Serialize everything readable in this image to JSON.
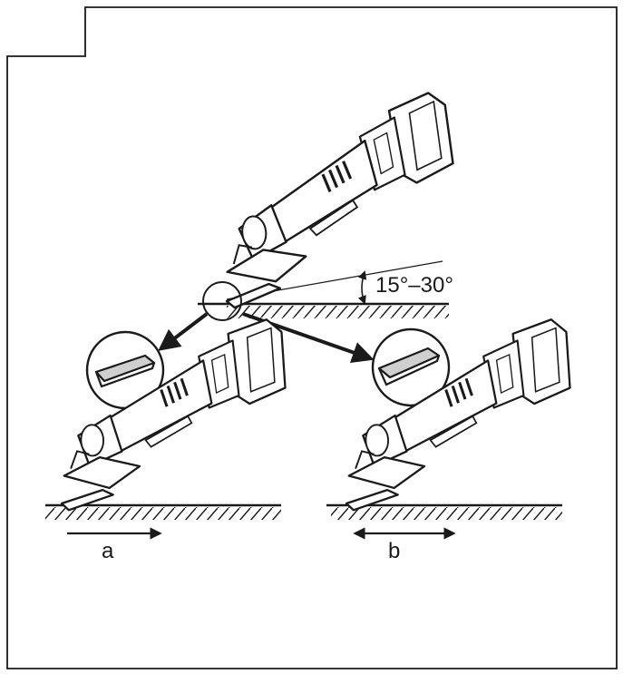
{
  "labels": {
    "angle": "15°–30°",
    "motion_a": "a",
    "motion_b": "b"
  },
  "icons": {
    "top": "angle-grinder-icon",
    "left": "angle-grinder-icon",
    "right": "angle-grinder-icon",
    "detail_left": "wheel-contact-flat-icon",
    "detail_right": "wheel-contact-edge-icon"
  },
  "colors": {
    "line": "#1a1a1a",
    "shade": "#cfcfcf"
  }
}
